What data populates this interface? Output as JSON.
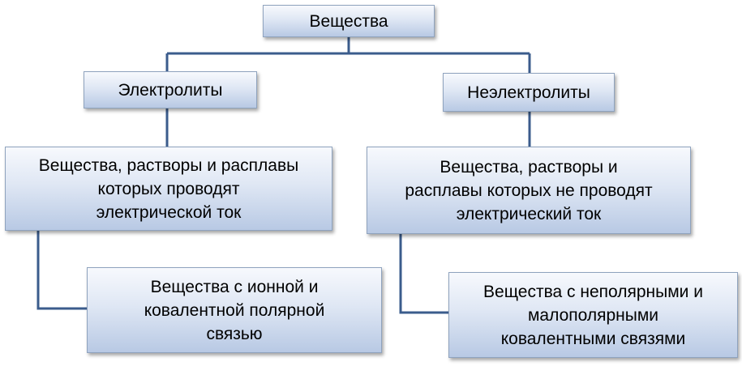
{
  "diagram": {
    "root": {
      "label": "Вещества"
    },
    "electrolytes": {
      "label": "Электролиты",
      "definition_lines": [
        "Вещества, растворы и расплавы",
        "которых проводят",
        "электрической ток"
      ],
      "bond_lines": [
        "Вещества с ионной и",
        "ковалентной полярной",
        "связью"
      ]
    },
    "nonelectrolytes": {
      "label": "Неэлектролиты",
      "definition_lines": [
        "Вещества, растворы и",
        "расплавы которых  не проводят",
        "электрический ток"
      ],
      "bond_lines": [
        "Вещества с неполярными и",
        "малополярными",
        "ковалентными связями"
      ]
    },
    "colors": {
      "connector": "#3b5c8c",
      "box_border": "#8fa3be",
      "box_gradient_top": "#f7f9fd",
      "box_gradient_bottom": "#b8c9e4"
    }
  }
}
